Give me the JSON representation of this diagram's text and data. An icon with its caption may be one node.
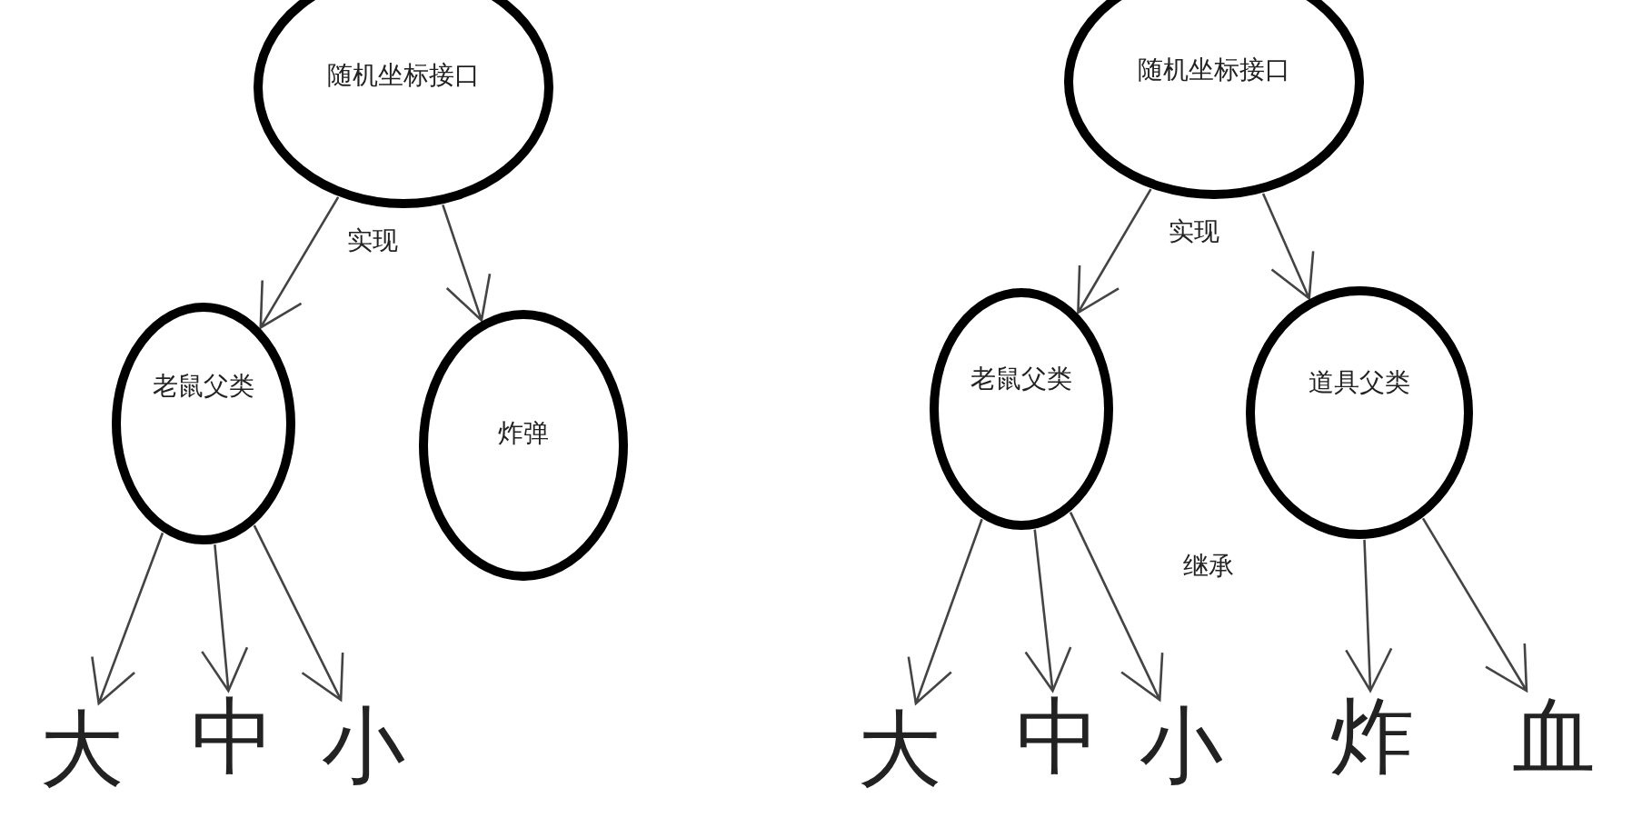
{
  "diagram": {
    "nodes": [
      {
        "text": [
          "随机坐标接口"
        ]
      },
      {
        "text": [
          "老鼠父类"
        ]
      },
      {
        "text": [
          "炸弹"
        ]
      },
      {
        "text": [
          "大"
        ]
      },
      {
        "text": [
          "中"
        ]
      },
      {
        "text": [
          "小"
        ]
      },
      {
        "text": [
          "随机坐标接口"
        ]
      },
      {
        "text": [
          "老鼠父类"
        ]
      },
      {
        "text": [
          "道具父类"
        ]
      },
      {
        "text": [
          "大"
        ]
      },
      {
        "text": [
          "中"
        ]
      },
      {
        "text": [
          "小"
        ]
      },
      {
        "text": [
          "炸"
        ]
      },
      {
        "text": [
          "血"
        ]
      }
    ],
    "edges": [
      {
        "from": 0,
        "to": 1,
        "arrow": "to"
      },
      {
        "from": 0,
        "to": 2,
        "arrow": "to"
      },
      {
        "from": 1,
        "to": 3,
        "arrow": "to"
      },
      {
        "from": 1,
        "to": 4,
        "arrow": "to"
      },
      {
        "from": 1,
        "to": 5,
        "arrow": "to"
      },
      {
        "from": 6,
        "to": 7,
        "arrow": "to"
      },
      {
        "from": 6,
        "to": 8,
        "arrow": "to"
      },
      {
        "from": 7,
        "to": 9,
        "arrow": "to"
      },
      {
        "from": 7,
        "to": 10,
        "arrow": "to"
      },
      {
        "from": 7,
        "to": 11,
        "arrow": "to"
      },
      {
        "from": 8,
        "to": 12,
        "arrow": "to"
      },
      {
        "from": 8,
        "to": 13,
        "arrow": "to"
      }
    ],
    "labels": [
      "实现",
      "实现",
      "继承"
    ]
  }
}
